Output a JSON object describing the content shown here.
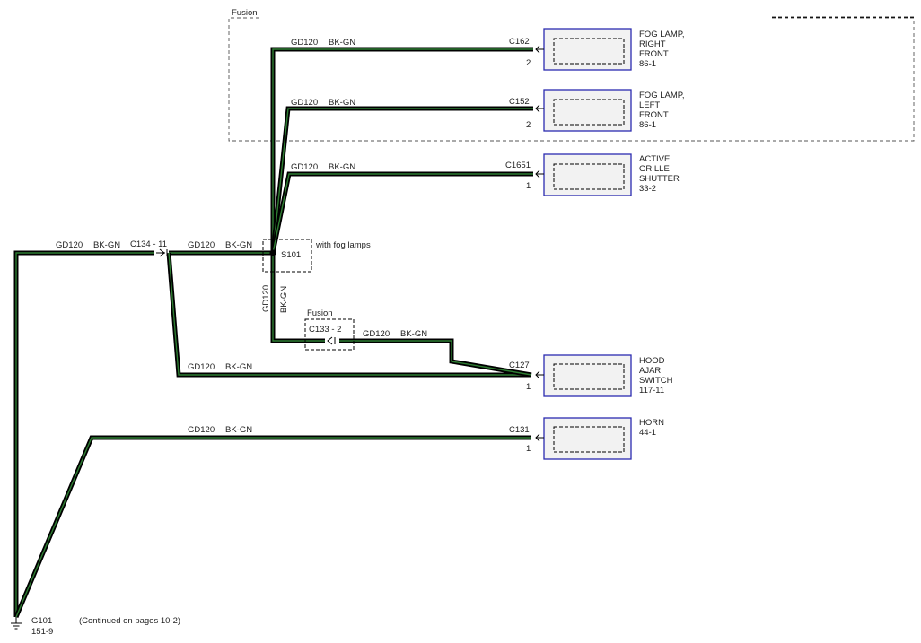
{
  "fusion_box_label": "Fusion",
  "fusion_small_label": "Fusion",
  "wire_code": "GD120",
  "wire_color": "BK-GN",
  "colors": {
    "wire_outer": "#000000",
    "wire_inner": "#2e7d32",
    "component_border": "#2b2bb0",
    "component_fill": "#f2f2f2"
  },
  "splice": {
    "id": "S101",
    "note": "with fog lamps"
  },
  "inline_connectors": {
    "c134": "C134 - 11",
    "c133": "C133 - 2"
  },
  "components": [
    {
      "connector": "C162",
      "pin": "2",
      "lines": [
        "FOG LAMP,",
        "RIGHT",
        "FRONT",
        "86-1"
      ]
    },
    {
      "connector": "C152",
      "pin": "2",
      "lines": [
        "FOG LAMP,",
        "LEFT",
        "FRONT",
        "86-1"
      ]
    },
    {
      "connector": "C1651",
      "pin": "1",
      "lines": [
        "ACTIVE",
        "GRILLE",
        "SHUTTER",
        "33-2"
      ]
    },
    {
      "connector": "C127",
      "pin": "1",
      "lines": [
        "HOOD",
        "AJAR",
        "SWITCH",
        "117-11"
      ]
    },
    {
      "connector": "C131",
      "pin": "1",
      "lines": [
        "HORN",
        "44-1"
      ]
    }
  ],
  "ground": {
    "id": "G101",
    "ref": "151-9",
    "continued_note": "(Continued on pages 10-2)"
  },
  "icons": {
    "ground": "ground-symbol-icon",
    "connector_arrow": "connector-arrow-icon",
    "splice_dot": "splice-dot-icon"
  }
}
